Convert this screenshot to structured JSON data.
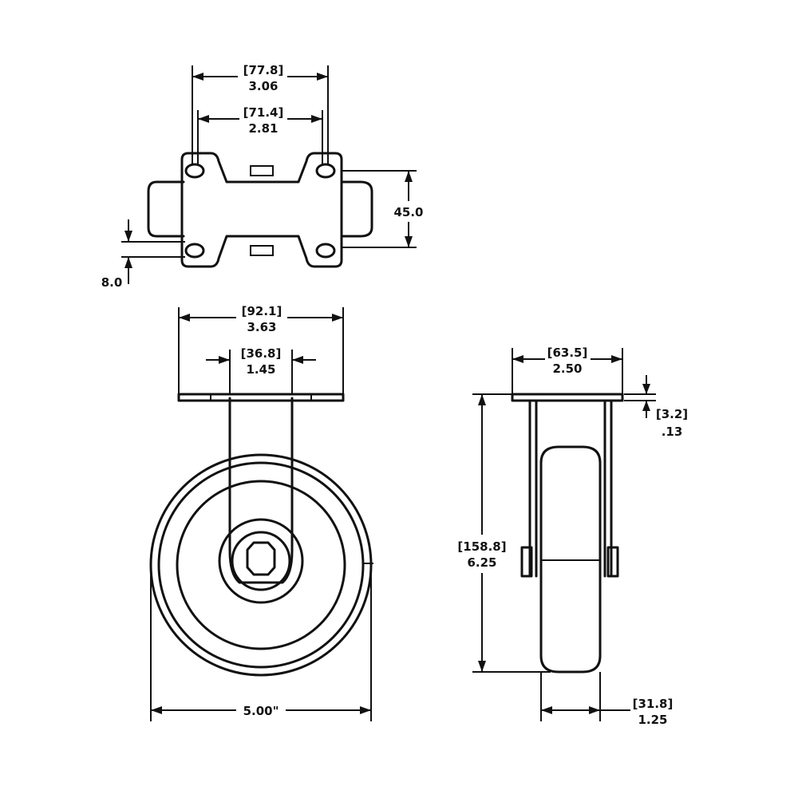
{
  "top_view": {
    "overall_width_mm": "[77.8]",
    "overall_width_in": "3.06",
    "bolt_spacing_mm": "[71.4]",
    "bolt_spacing_in": "2.81",
    "plate_height": "45.0",
    "slot_width": "8.0"
  },
  "front_view": {
    "plate_width_mm": "[92.1]",
    "plate_width_in": "3.63",
    "leg_spacing_mm": "[36.8]",
    "leg_spacing_in": "1.45",
    "wheel_diameter": "5.00\""
  },
  "side_view": {
    "plate_depth_mm": "[63.5]",
    "plate_depth_in": "2.50",
    "plate_thickness_mm": "[3.2]",
    "plate_thickness_in": ".13",
    "overall_height_mm": "[158.8]",
    "overall_height_in": "6.25",
    "wheel_width_mm": "[31.8]",
    "wheel_width_in": "1.25"
  }
}
